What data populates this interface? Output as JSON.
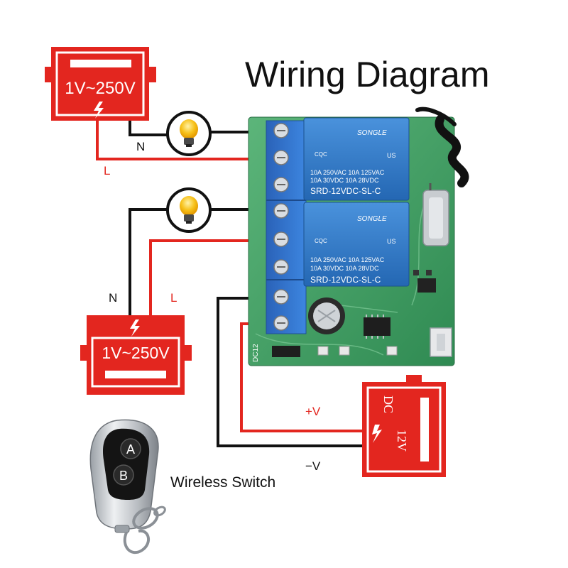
{
  "title": "Wiring Diagram",
  "colors": {
    "accent_red": "#e3261f",
    "pcb_green": "#3e9e5e",
    "relay_blue": "#2f78c6",
    "terminal_blue": "#2f6fc8",
    "wire_black": "#111111",
    "bulb_yellow": "#f5b400"
  },
  "supply_top": {
    "voltage": "1V~250V",
    "icon": "lightning-icon"
  },
  "supply_bottom": {
    "voltage": "1V~250V",
    "icon": "lightning-icon"
  },
  "wire_labels": {
    "top_neutral": "N",
    "top_live": "L",
    "bottom_neutral": "N",
    "bottom_live": "L",
    "dc_positive": "+V",
    "dc_negative": "−V"
  },
  "board": {
    "label": "DC12",
    "terminal_count": 8,
    "relays": [
      {
        "brand": "SONGLE",
        "rating_line1": "10A 250VAC  10A 125VAC",
        "rating_line2": "10A  30VDC  10A  28VDC",
        "model": "SRD-12VDC-SL-C",
        "cert1": "CQC",
        "cert2": "US"
      },
      {
        "brand": "SONGLE",
        "rating_line1": "10A 250VAC  10A 125VAC",
        "rating_line2": "10A  30VDC  10A  28VDC",
        "model": "SRD-12VDC-SL-C",
        "cert1": "CQC",
        "cert2": "US"
      }
    ]
  },
  "battery": {
    "type": "DC",
    "voltage": "12V",
    "icon": "lightning-icon"
  },
  "remote": {
    "button_a": "A",
    "button_b": "B",
    "label": "Wireless Switch"
  },
  "icons": [
    "light-bulb-icon",
    "light-bulb-icon",
    "antenna-icon",
    "key-ring-icon"
  ]
}
